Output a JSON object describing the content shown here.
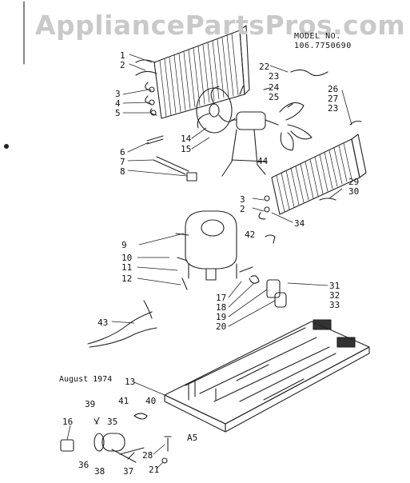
{
  "watermark": "AppliancePartsPros.com",
  "model_label": "MODEL NO.",
  "model_number": "106.7750690",
  "date_label": "August 1974",
  "callouts": [
    "1",
    "2",
    "3",
    "4",
    "5",
    "6",
    "7",
    "8",
    "9",
    "10",
    "11",
    "12",
    "13",
    "14",
    "15",
    "16",
    "17",
    "18",
    "19",
    "20",
    "21",
    "22",
    "23",
    "24",
    "25",
    "26",
    "27",
    "23",
    "28",
    "29",
    "30",
    "31",
    "32",
    "33",
    "34",
    "35",
    "36",
    "37",
    "38",
    "39",
    "40",
    "41",
    "42",
    "43",
    "44",
    "2",
    "3",
    "A5"
  ]
}
